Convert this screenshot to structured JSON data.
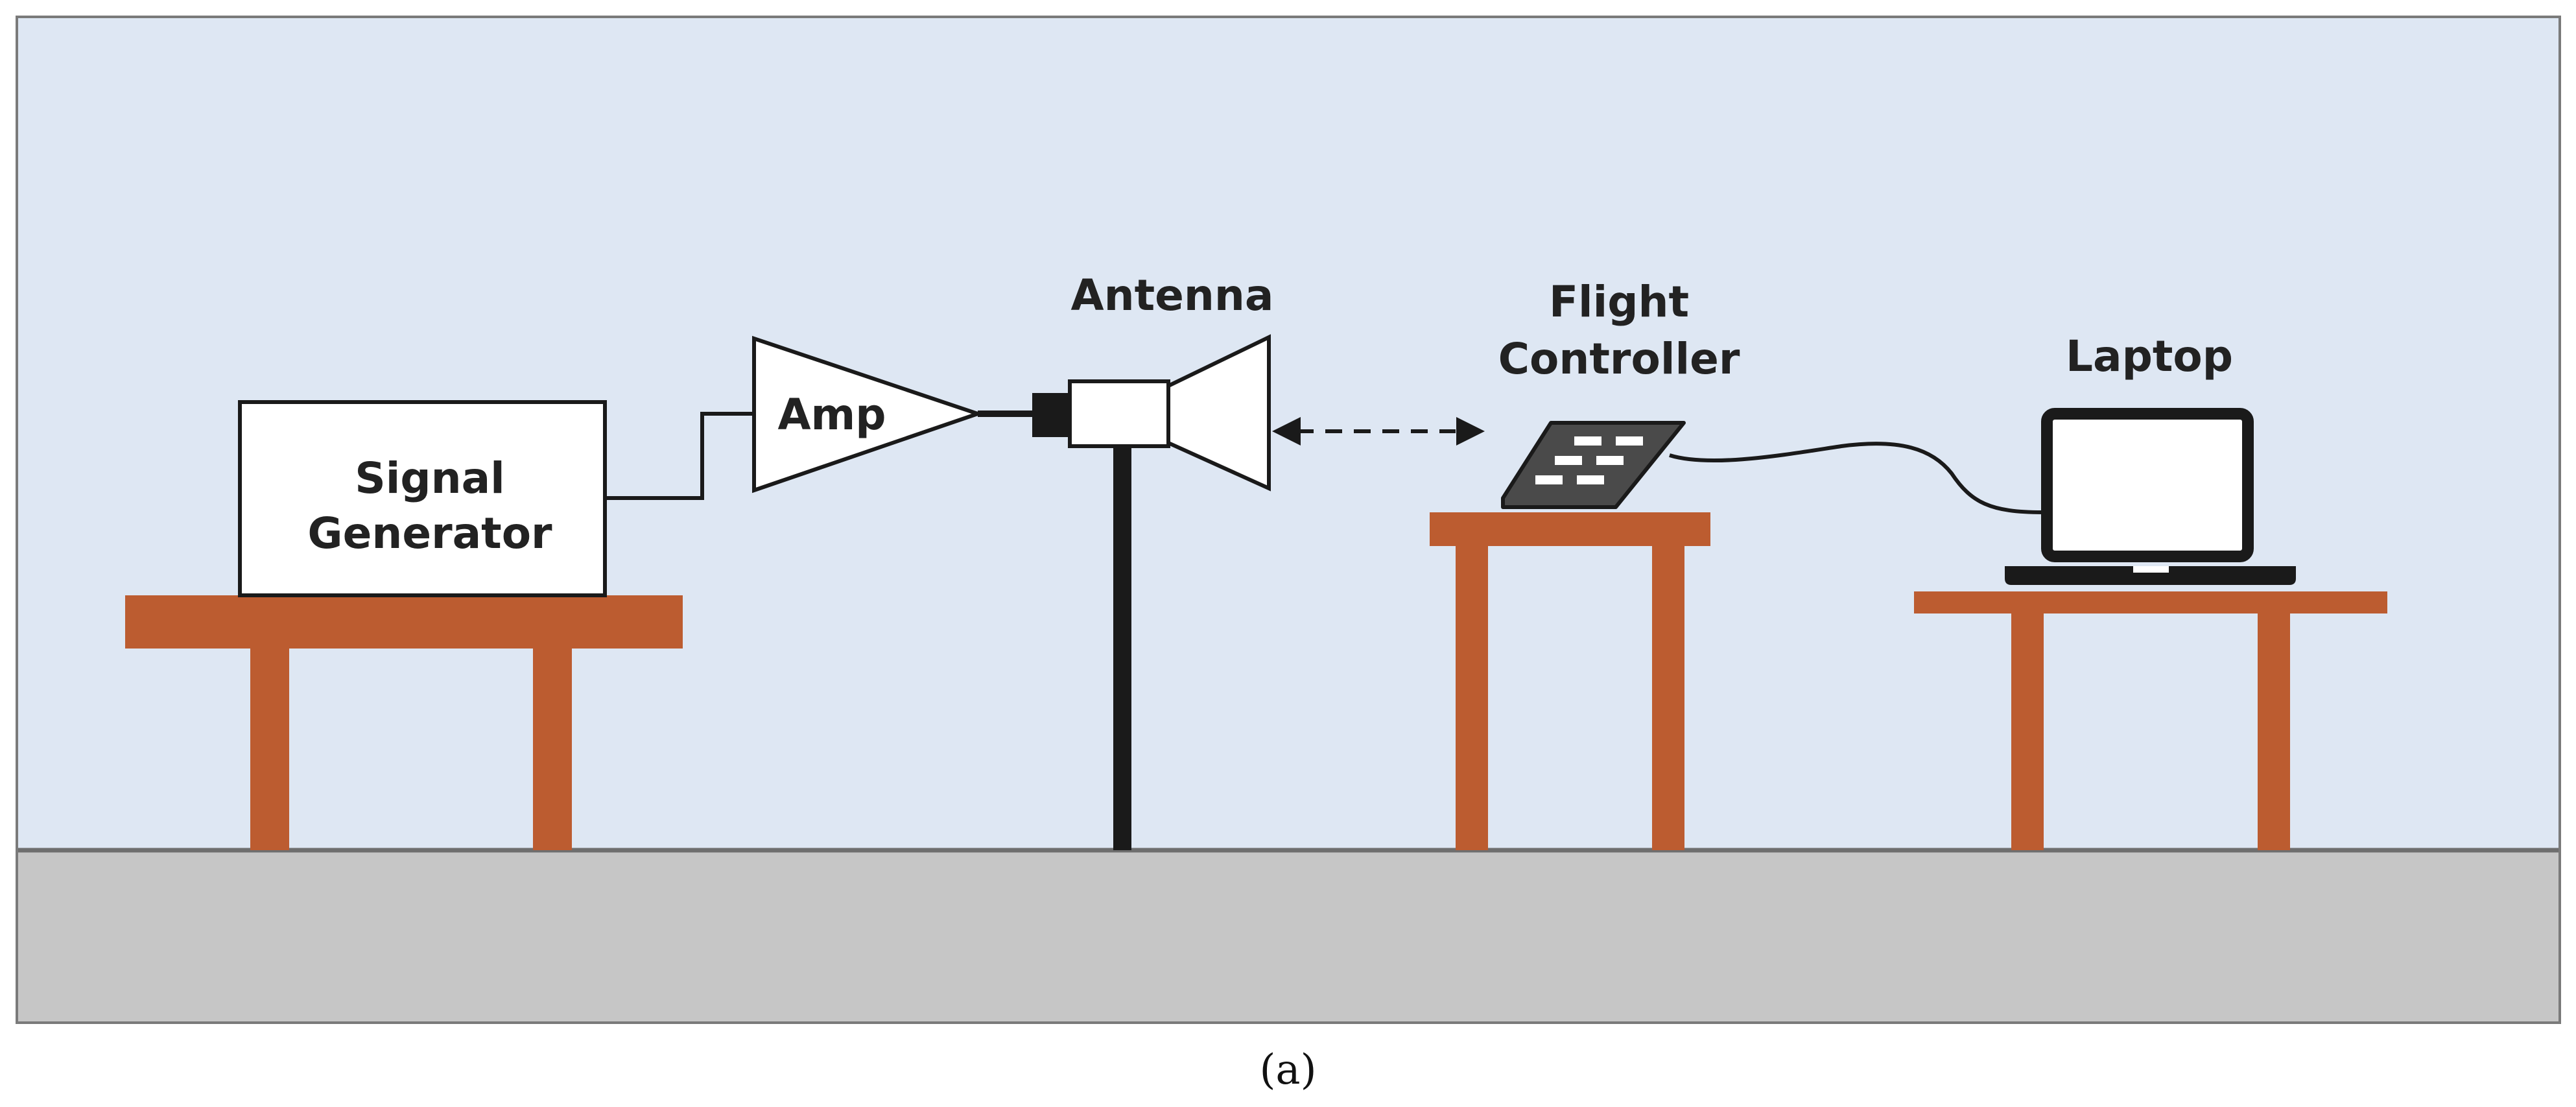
{
  "labels": {
    "signal_generator_line1": "Signal",
    "signal_generator_line2": "Generator",
    "amp": "Amp",
    "antenna": "Antenna",
    "flight_controller_line1": "Flight",
    "flight_controller_line2": "Controller",
    "laptop": "Laptop"
  },
  "caption": "(a)",
  "colors": {
    "sky": "#DEE7F3",
    "floor": "#C6C6C6",
    "table": "#BC5C30",
    "outline": "#1A1A1A",
    "device_body": "#4A4A4A"
  }
}
